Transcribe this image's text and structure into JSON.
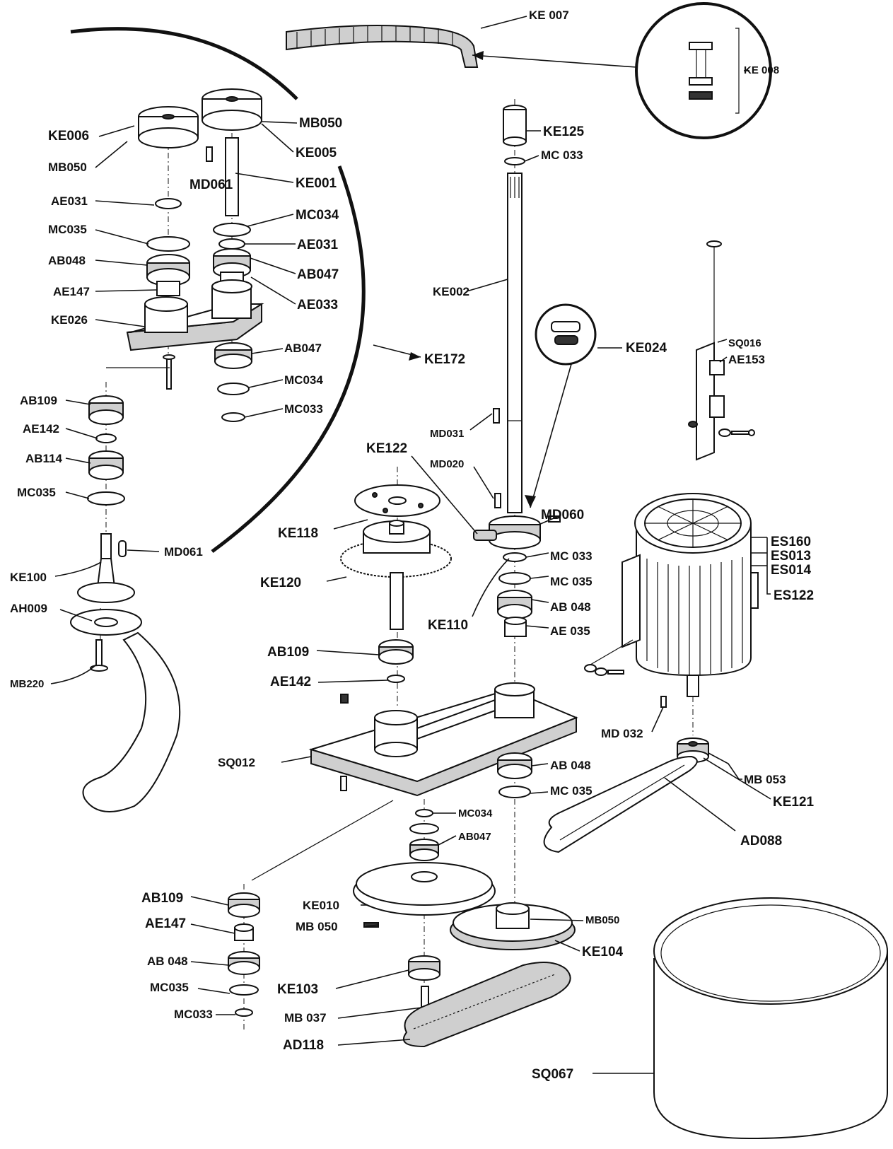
{
  "labels": {
    "ke007": "KE 007",
    "ke008": "KE 008",
    "ke006": "KE006",
    "mb050_left": "MB050",
    "mb050_top": "MB050",
    "ke005": "KE005",
    "md061_top": "MD061",
    "ke001": "KE001",
    "ae031_left": "AE031",
    "mc034_top": "MC034",
    "mc035_left": "MC035",
    "ae031_right": "AE031",
    "ab048_left": "AB048",
    "ab047_top": "AB047",
    "ae147_left": "AE147",
    "ae033": "AE033",
    "ke026": "KE026",
    "ab047_mid": "AB047",
    "ke172": "KE172",
    "mc034_mid": "MC034",
    "mc033_mid": "MC033",
    "ab109_left": "AB109",
    "ae142_left": "AE142",
    "ab114": "AB114",
    "mc035_lower": "MC035",
    "md061_lower": "MD061",
    "ke100": "KE100",
    "ah009": "AH009",
    "mb220": "MB220",
    "ke125": "KE125",
    "mc033_shaft": "MC 033",
    "ke002": "KE002",
    "ke024": "KE024",
    "md031": "MD031",
    "md020": "MD020",
    "ke122": "KE122",
    "md060": "MD060",
    "ke118": "KE118",
    "ke120": "KE120",
    "ke110": "KE110",
    "mc033_center": "MC 033",
    "mc035_center": "MC 035",
    "ab048_center": "AB 048",
    "ae035": "AE 035",
    "ab109_center": "AB109",
    "ae142_center": "AE142",
    "sq016": "SQ016",
    "ae153": "AE153",
    "es160": "ES160",
    "es013": "ES013",
    "es014": "ES014",
    "es122": "ES122",
    "md032": "MD 032",
    "mb053": "MB 053",
    "ke121": "KE121",
    "sq012": "SQ012",
    "ab048_plate": "AB 048",
    "mc035_plate": "MC 035",
    "mc034_low": "MC034",
    "ab047_low": "AB047",
    "ad088": "AD088",
    "ab109_low": "AB109",
    "ke010": "KE010",
    "mb050_low": "MB050",
    "ae147_low": "AE147",
    "mb050_pulley": "MB 050",
    "ke104": "KE104",
    "ab048_low": "AB 048",
    "mc035_low": "MC035",
    "ke103": "KE103",
    "mc033_low": "MC033",
    "mb037": "MB 037",
    "ad118": "AD118",
    "sq067": "SQ067"
  }
}
